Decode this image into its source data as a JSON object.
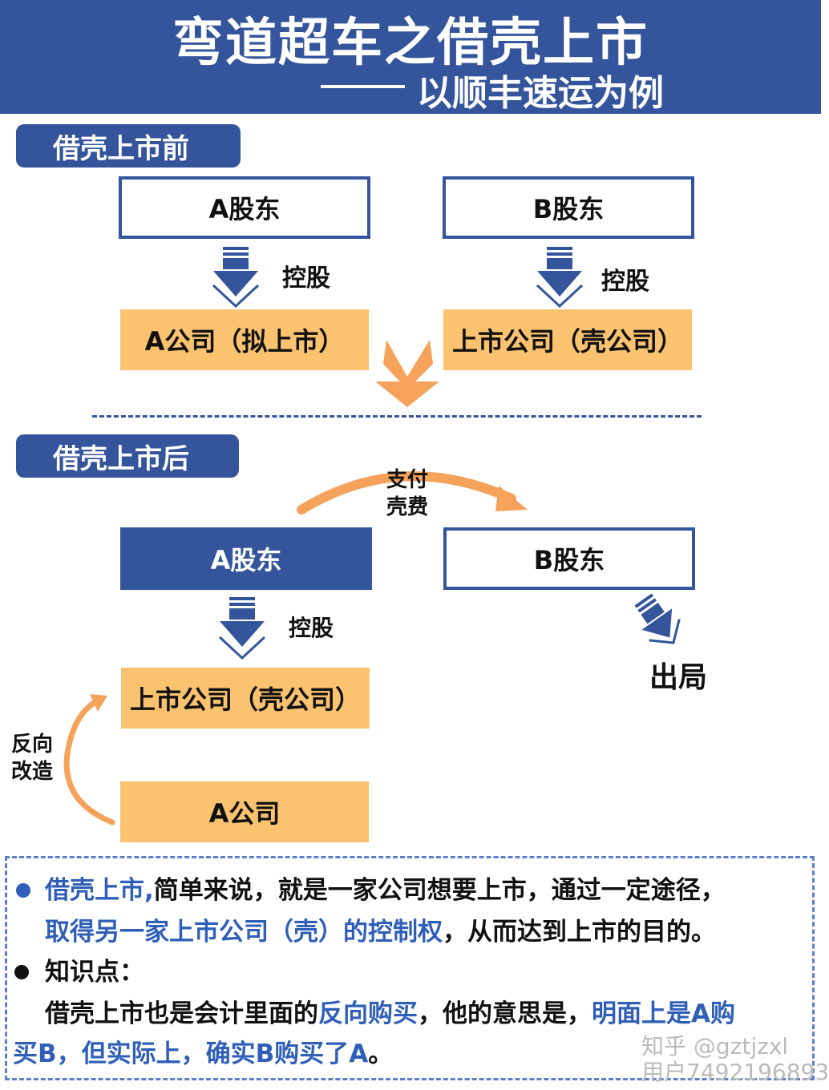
{
  "header": {
    "title": "弯道超车之借壳上市",
    "subtitle": "以顺丰速运为例"
  },
  "before": {
    "tab": "借壳上市前",
    "a_shareholder": "A股东",
    "b_shareholder": "B股东",
    "control_left": "控股",
    "control_right": "控股",
    "company_a": "A公司（拟上市）",
    "listed_company": "上市公司（壳公司）"
  },
  "after": {
    "tab": "借壳上市后",
    "pay_fee": "支付壳费",
    "a_shareholder": "A股东",
    "b_shareholder": "B股东",
    "control": "控股",
    "exit": "出局",
    "listed_company": "上市公司（壳公司）",
    "reverse": "反向改造",
    "company_a": "A公司"
  },
  "note": {
    "line1_blue": "借壳上市,",
    "line1_rest": "简单来说，就是一家公司想要上市，通过一定途径，",
    "line2_blue": "取得另一家上市公司（壳）的控制权",
    "line2_rest": "，从而达到上市的目的。",
    "knowledge_label": "知识点：",
    "line4_a": "借壳上市也是会计里面的",
    "line4_blue": "反向购买",
    "line4_b": "，他的意思是，",
    "line4_blue2": "明面上是A购",
    "line5_blue": "买B，但实际上，确实B购买了A",
    "line5_rest": "。"
  },
  "watermark": {
    "line1": "知乎 @gztjzxl",
    "line2": "用户7492196893"
  },
  "colors": {
    "primary_blue": "#34559b",
    "orange_box": "#fbc36f",
    "orange_arrow": "#f5a25b",
    "text_blue": "#2f5fb8"
  }
}
